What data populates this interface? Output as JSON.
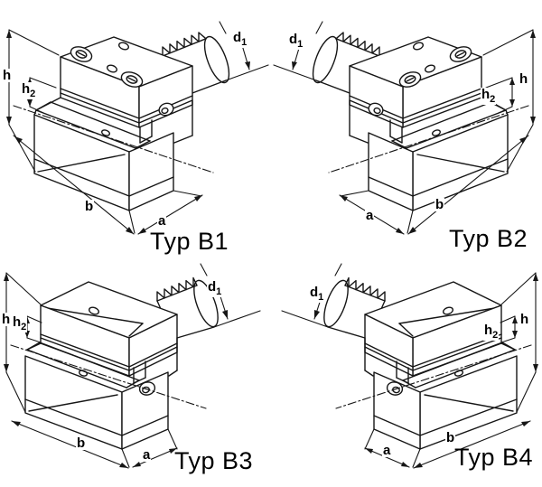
{
  "colors": {
    "background": "#ffffff",
    "line": "#161616",
    "text": "#000000"
  },
  "figures": [
    {
      "caption": "Typ B1",
      "dims": {
        "h": "h",
        "h2_base": "h",
        "h2_sub": "2",
        "b": "b",
        "a": "a",
        "d1_base": "d",
        "d1_sub": "1"
      }
    },
    {
      "caption": "Typ B2",
      "dims": {
        "h": "h",
        "h2_base": "h",
        "h2_sub": "2",
        "b": "b",
        "a": "a",
        "d1_base": "d",
        "d1_sub": "1"
      }
    },
    {
      "caption": "Typ B3",
      "dims": {
        "h": "h",
        "h2_base": "h",
        "h2_sub": "2",
        "b": "b",
        "a": "a",
        "d1_base": "d",
        "d1_sub": "1"
      }
    },
    {
      "caption": "Typ B4",
      "dims": {
        "h": "h",
        "h2_base": "h",
        "h2_sub": "2",
        "b": "b",
        "a": "a",
        "d1_base": "d",
        "d1_sub": "1"
      }
    }
  ]
}
